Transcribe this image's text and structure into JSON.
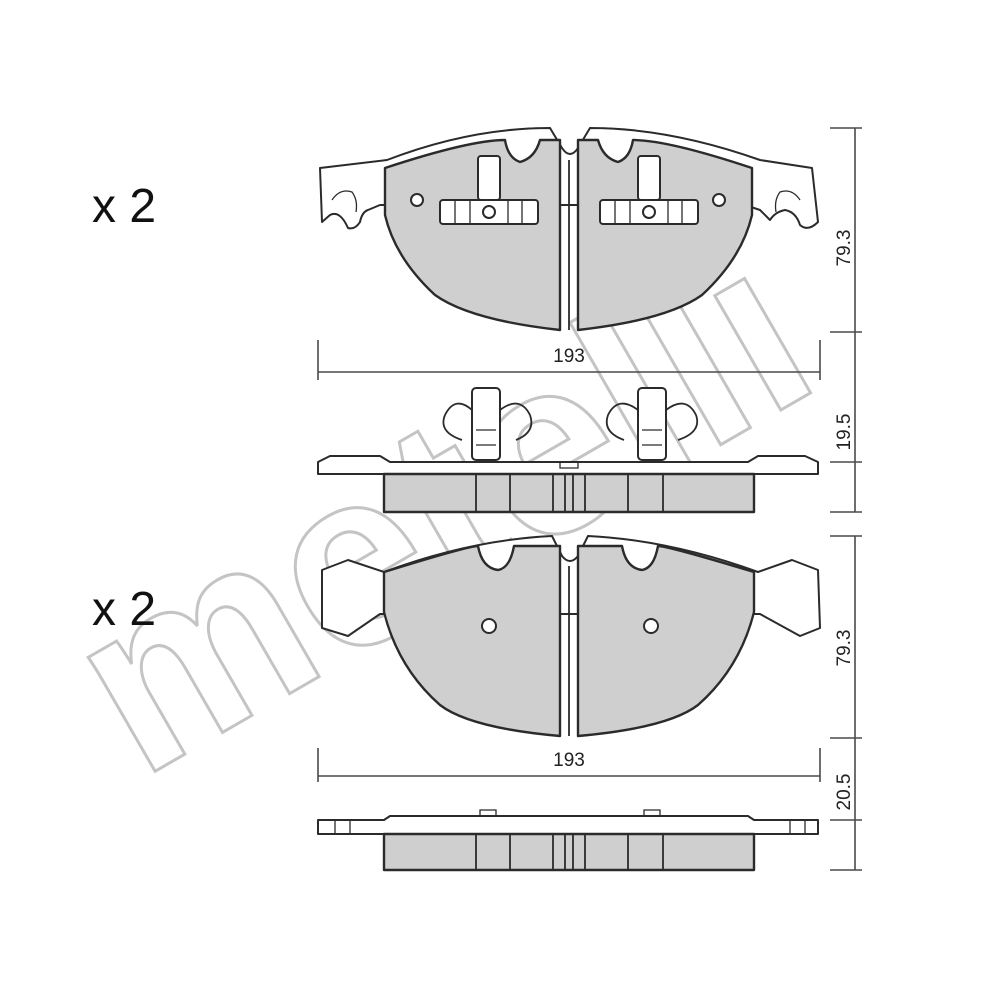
{
  "watermark": {
    "text": "metelli"
  },
  "pads": [
    {
      "quantity": "x 2",
      "width_mm": "193",
      "height_mm": "79.3",
      "thickness_mm": "19.5"
    },
    {
      "quantity": "x 2",
      "width_mm": "193",
      "height_mm": "79.3",
      "thickness_mm": "20.5"
    }
  ]
}
